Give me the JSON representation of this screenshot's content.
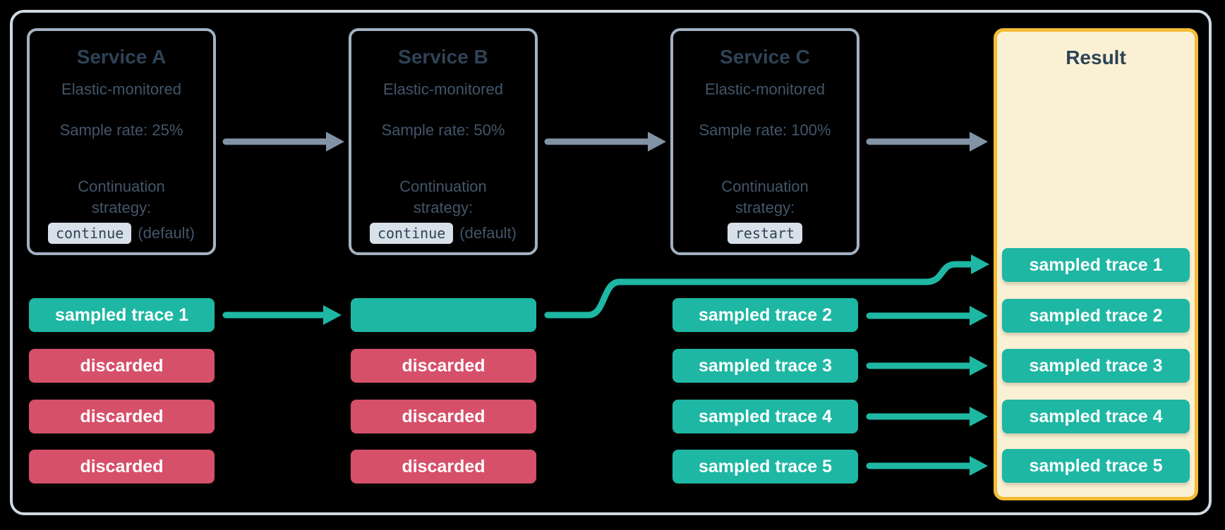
{
  "services": [
    {
      "title": "Service A",
      "monitored": "Elastic-monitored",
      "sample_rate": "Sample rate: 25%",
      "continuation_label": "Continuation strategy:",
      "strategy_code": "continue",
      "strategy_note": "(default)"
    },
    {
      "title": "Service B",
      "monitored": "Elastic-monitored",
      "sample_rate": "Sample rate: 50%",
      "continuation_label": "Continuation strategy:",
      "strategy_code": "continue",
      "strategy_note": "(default)"
    },
    {
      "title": "Service C",
      "monitored": "Elastic-monitored",
      "sample_rate": "Sample rate: 100%",
      "continuation_label": "Continuation strategy:",
      "strategy_code": "restart",
      "strategy_note": ""
    }
  ],
  "result": {
    "title": "Result"
  },
  "pills": {
    "service_a": [
      "sampled trace 1",
      "discarded",
      "discarded",
      "discarded"
    ],
    "service_b": [
      "",
      "discarded",
      "discarded",
      "discarded"
    ],
    "service_c": [
      "sampled trace 2",
      "sampled trace 3",
      "sampled trace 4",
      "sampled trace 5"
    ],
    "result": [
      "sampled trace 1",
      "sampled trace 2",
      "sampled trace 3",
      "sampled trace 4",
      "sampled trace 5"
    ]
  },
  "colors": {
    "sampled_teal": "#1EB7A4",
    "discarded_red": "#D6506A",
    "arrow_gray": "#8293A5",
    "result_border_yellow": "#F3BC34",
    "result_bg_cream": "#FAF1D5",
    "service_box_border": "#A3B2C2",
    "frame_border": "#CFD9E2",
    "text_navy": "#2F4356",
    "code_chip_bg": "#D8E0E9",
    "background": "#000000"
  }
}
